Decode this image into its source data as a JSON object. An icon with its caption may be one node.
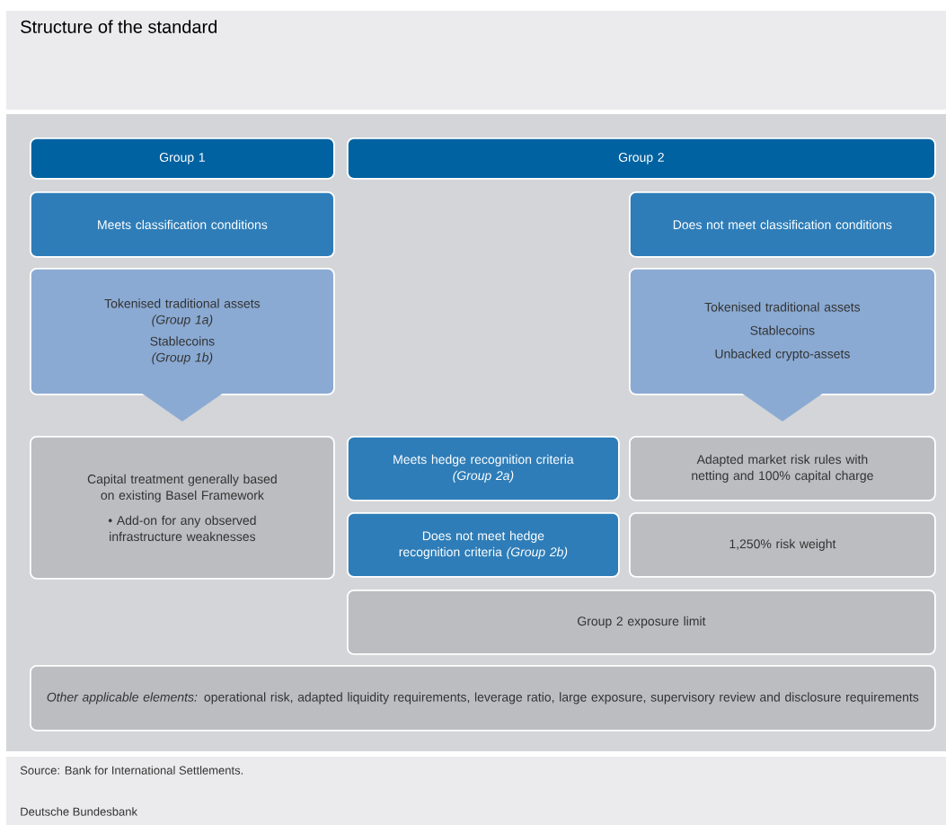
{
  "diagram": {
    "title": "Structure of the standard",
    "nodes": [
      {
        "text": [
          "Group 1"
        ]
      },
      {
        "text": [
          "Group 2"
        ]
      },
      {
        "text": [
          "Meets classification conditions"
        ]
      },
      {
        "text": [
          "Does not meet classification conditions"
        ]
      },
      {
        "text": [
          "Tokenised traditional assets",
          "(Group 1a)",
          "Stablecoins",
          "(Group 1b)"
        ]
      },
      {
        "text": [
          "Tokenised traditional assets",
          "Stablecoins",
          "Unbacked crypto-assets"
        ]
      },
      {
        "text": [
          "Capital treatment generally based on existing Basel Framework",
          "• Add-on for any observed infrastructure weaknesses"
        ]
      },
      {
        "text": [
          "Meets hedge recognition criteria",
          "(Group 2a)"
        ]
      },
      {
        "text": [
          "Adapted market risk rules with netting and 100% capital charge"
        ]
      },
      {
        "text": [
          "Does not meet hedge recognition criteria *(Group 2b)*"
        ]
      },
      {
        "text": [
          "1,250% risk weight"
        ]
      },
      {
        "text": [
          "Group 2 exposure limit"
        ]
      },
      {
        "text": [
          "*Other applicable elements:* operational risk, adapted liquidity requirements, leverage ratio, large exposure, supervisory review and disclosure requirements"
        ]
      }
    ],
    "edges": [
      {
        "from": 4,
        "to": 6,
        "arrow": "to"
      },
      {
        "from": 5,
        "to": 8,
        "arrow": "to"
      }
    ],
    "labels": [
      "Source: Bank for International Settlements.",
      "Deutsche Bundesbank"
    ]
  }
}
